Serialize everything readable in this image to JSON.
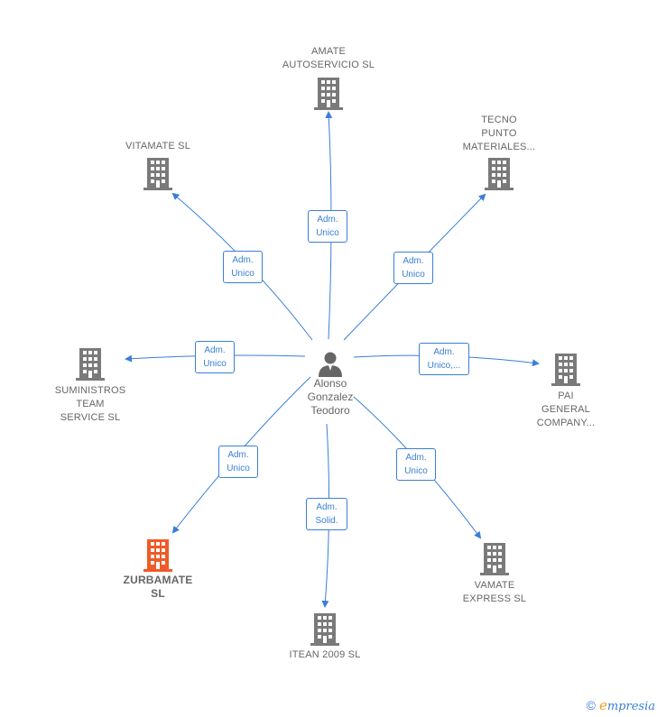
{
  "center": {
    "name": "Alonso\nGonzalez\nTeodoro",
    "icon": "person-icon"
  },
  "companies": [
    {
      "id": "amate",
      "name": "AMATE\nAUTOSERVICIO SL",
      "role": "Adm.\nUnico",
      "highlight": false
    },
    {
      "id": "tecno",
      "name": "TECNO\nPUNTO\nMATERIALES...",
      "role": "Adm.\nUnico",
      "highlight": false
    },
    {
      "id": "vitamate",
      "name": "VITAMATE  SL",
      "role": "Adm.\nUnico",
      "highlight": false
    },
    {
      "id": "suministros",
      "name": "SUMINISTROS\nTEAM\nSERVICE SL",
      "role": "Adm.\nUnico",
      "highlight": false
    },
    {
      "id": "pai",
      "name": "PAI\nGENERAL\nCOMPANY...",
      "role": "Adm.\nUnico,...",
      "highlight": false
    },
    {
      "id": "zurbamate",
      "name": "ZURBAMATE\nSL",
      "role": "Adm.\nUnico",
      "highlight": true
    },
    {
      "id": "itean",
      "name": "ITEAN 2009 SL",
      "role": "Adm.\nSolid.",
      "highlight": false
    },
    {
      "id": "vamate",
      "name": "VAMATE\nEXPRESS  SL",
      "role": "Adm.\nUnico",
      "highlight": false
    }
  ],
  "colors": {
    "edge": "#3a7fd5",
    "building": "#7a7a7a",
    "highlight": "#f05a28",
    "person": "#666666"
  },
  "brand": {
    "copyright": "©",
    "e": "e",
    "rest": "mpresia"
  }
}
